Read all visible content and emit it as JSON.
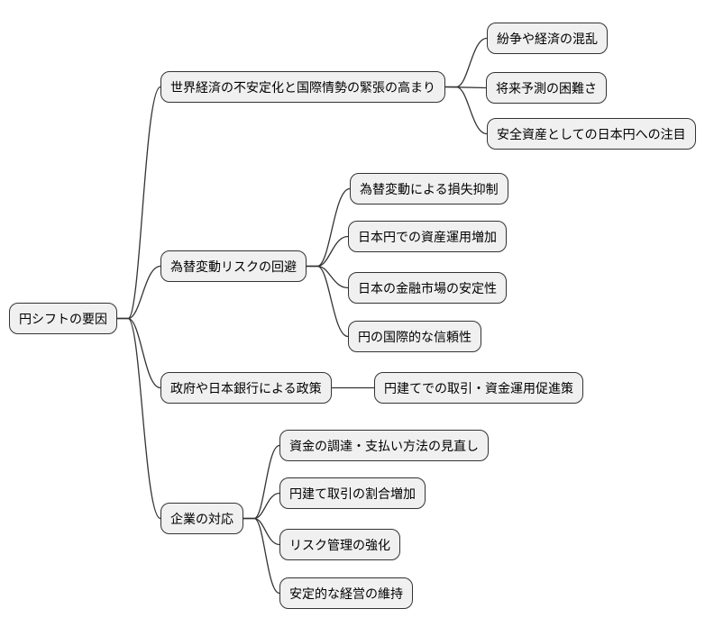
{
  "diagram": {
    "type": "mindmap",
    "root": {
      "label": "円シフトの要因"
    },
    "branches": [
      {
        "label": "世界経済の不安定化と国際情勢の緊張の高まり",
        "children": [
          {
            "label": "紛争や経済の混乱"
          },
          {
            "label": "将来予測の困難さ"
          },
          {
            "label": "安全資産としての日本円への注目"
          }
        ]
      },
      {
        "label": "為替変動リスクの回避",
        "children": [
          {
            "label": "為替変動による損失抑制"
          },
          {
            "label": "日本円での資産運用増加"
          },
          {
            "label": "日本の金融市場の安定性"
          },
          {
            "label": "円の国際的な信頼性"
          }
        ]
      },
      {
        "label": "政府や日本銀行による政策",
        "children": [
          {
            "label": "円建てでの取引・資金運用促進策"
          }
        ]
      },
      {
        "label": "企業の対応",
        "children": [
          {
            "label": "資金の調達・支払い方法の見直し"
          },
          {
            "label": "円建て取引の割合増加"
          },
          {
            "label": "リスク管理の強化"
          },
          {
            "label": "安定的な経営の維持"
          }
        ]
      }
    ],
    "colors": {
      "background": "#ffffff",
      "node_fill": "#f0f0f0",
      "node_border": "#333333",
      "line": "#333333",
      "text": "#000000"
    }
  }
}
